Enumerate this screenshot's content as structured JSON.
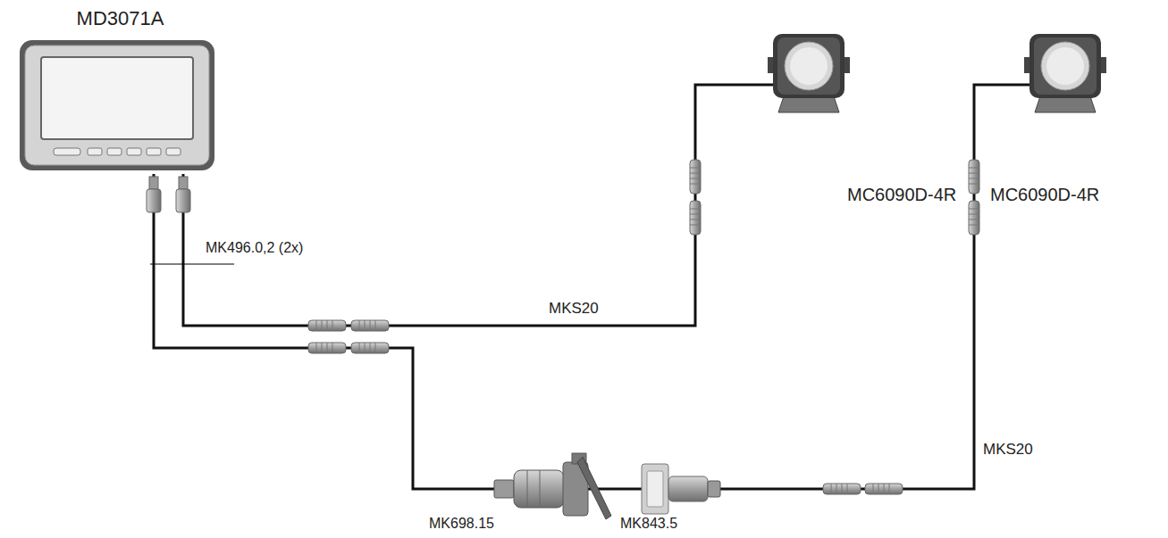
{
  "diagram": {
    "nodes": [
      {
        "text": [
          "MD3071A"
        ]
      },
      {
        "text": [
          "MC6090D-4R"
        ]
      },
      {
        "text": [
          "MC6090D-4R"
        ]
      }
    ],
    "edges": [
      {
        "from": 0,
        "to": 1,
        "arrow": "none",
        "label": "MKS20"
      },
      {
        "from": 0,
        "to": 2,
        "arrow": "none",
        "label": "MKS20"
      }
    ],
    "labels": [
      "MK496.0,2 (2x)",
      "MK698.15",
      "MK843.5"
    ]
  }
}
